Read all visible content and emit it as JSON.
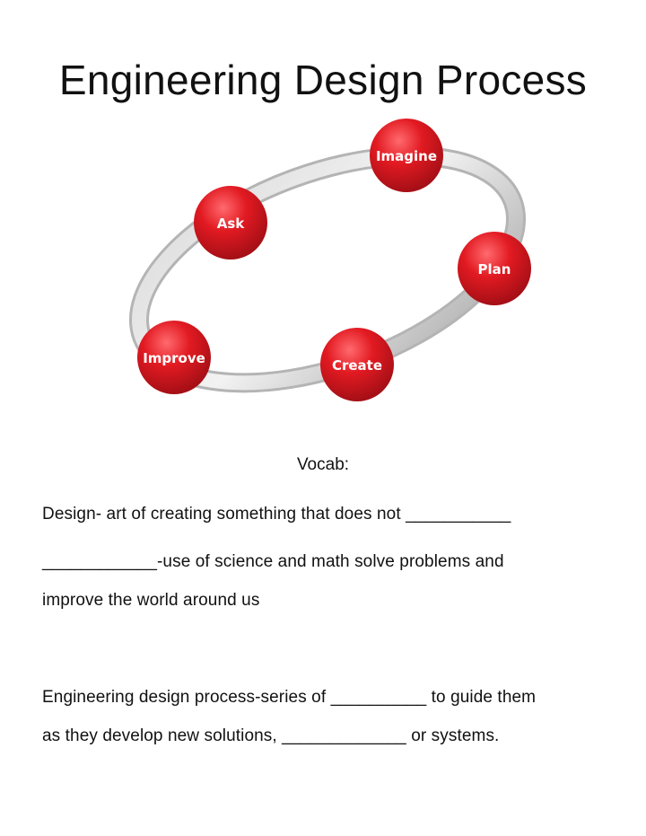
{
  "title": "Engineering Design Process",
  "cycle": {
    "steps": [
      "Imagine",
      "Plan",
      "Create",
      "Improve",
      "Ask"
    ],
    "colors": {
      "node": "#e21a22",
      "node_dark": "#b5121a",
      "node_light": "#ff5a5f",
      "ring": "#c9c9c9",
      "ring_dark": "#9a9a9a"
    }
  },
  "vocab": {
    "heading": "Vocab:",
    "design_line": "Design- art of creating something that does not ___________",
    "engineering_line_1": "____________-use of science and math solve problems and",
    "engineering_line_2": "improve the world around us",
    "process_line_1": "Engineering design process-series of __________ to guide them",
    "process_line_2": "as they develop new solutions, _____________ or systems."
  }
}
